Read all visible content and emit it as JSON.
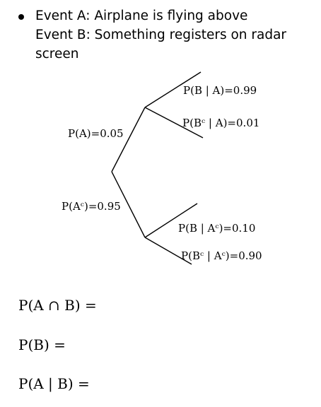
{
  "events": {
    "line1": "Event A: Airplane is flying above",
    "line2": "Event B: Something registers on radar",
    "line3": "screen"
  },
  "tree": {
    "pA": "P(A)=0.05",
    "pAc": "P(Aᶜ)=0.95",
    "pB_given_A": "P(B | A)=0.99",
    "pBc_given_A": "P(Bᶜ | A)=0.01",
    "pB_given_Ac": "P(B | Aᶜ)=0.10",
    "pBc_given_Ac": "P(Bᶜ | Aᶜ)=0.90"
  },
  "questions": {
    "q1": "P(A ∩ B) =",
    "q2": "P(B) =",
    "q3": "P(A | B) ="
  }
}
